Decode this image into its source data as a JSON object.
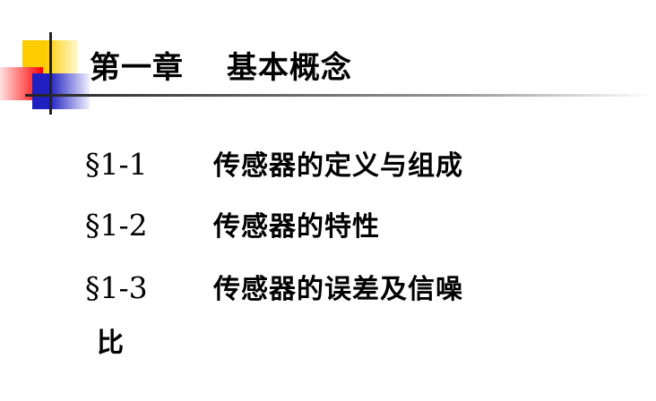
{
  "title": "第一章　 基本概念",
  "items": [
    {
      "num": "§1-1",
      "text": "传感器的定义与组成"
    },
    {
      "num": "§1-2",
      "text": "传感器的特性"
    },
    {
      "num": "§1-3",
      "text": "传感器的误差及信噪"
    }
  ],
  "item3_continuation": "比",
  "colors": {
    "yellow": "#ffcc00",
    "red": "#ff0000",
    "blue": "#2020c0"
  }
}
